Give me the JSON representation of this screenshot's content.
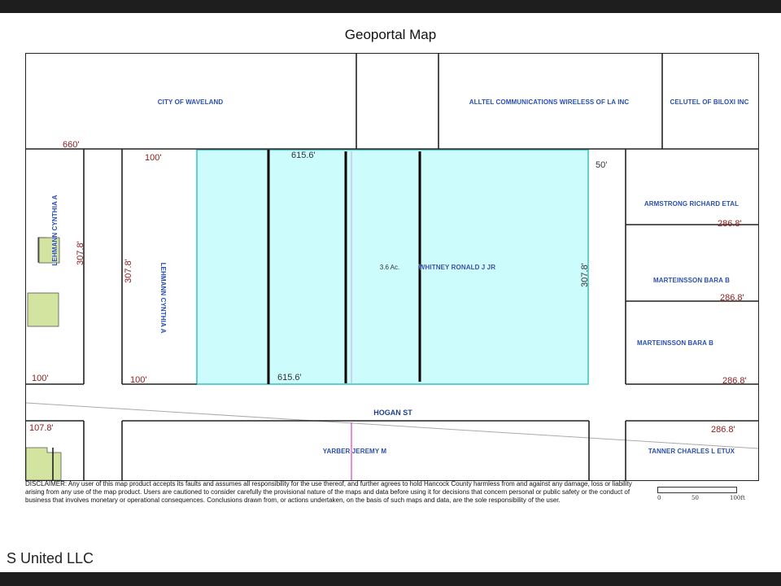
{
  "title": "Geoportal Map",
  "owners": {
    "city_of_waveland": "CITY OF WAVELAND",
    "alltel": "ALLTEL COMMUNICATIONS WIRELESS OF LA INC",
    "celutel": "CELUTEL OF BILOXI INC",
    "lehmann_left": "LEHMANN CYNTHIA A",
    "lehmann_mid": "LEHMANN CYNTHIA A",
    "whitney": "WHITNEY RONALD J JR",
    "armstrong": "ARMSTRONG RICHARD ETAL",
    "marteinsson_1": "MARTEINSSON BARA B",
    "marteinsson_2": "MARTEINSSON BARA B",
    "yarber": "YARBER JEREMY M",
    "tanner": "TANNER CHARLES L ETUX"
  },
  "acreage": "3.6 Ac.",
  "street": "HOGAN ST",
  "dimensions": {
    "d660": "660'",
    "d100_top": "100'",
    "d615_top": "615.6'",
    "d50": "50'",
    "d286_1": "286.8'",
    "d286_2": "286.8'",
    "d286_3": "286.8'",
    "d286_4": "286.8'",
    "d307_left": "307.8'",
    "d307_mid": "307.8'",
    "d307_right": "307.8'",
    "d100_bl": "100'",
    "d100_bm": "100'",
    "d615_bottom": "615.6'",
    "d107": "107.8'"
  },
  "disclaimer": "DISCLAIMER: Any user of this map product accepts its faults and assumes all responsibility for the use thereof, and further agrees to hold Hancock County harmless from and against any damage, loss or liability arising from any use of the map product. Users are cautioned to consider carefully the provisional nature of the maps and data before using it for decisions that concern personal or public safety or the conduct of business that involves monetary or operational consequences. Conclusions drawn from, or actions undertaken, on the basis of such maps and data, are the sole responsibility of the user.",
  "scale": {
    "t0": "0",
    "t50": "50",
    "t100": "100ft"
  },
  "watermark": "S United LLC",
  "colors": {
    "highlight_fill": "#ccfcfc",
    "highlight_stroke": "#3bbfbf",
    "owner_label": "#2a4fb0",
    "dimension": "#8a1c1c",
    "building": "#d3e3a0"
  }
}
